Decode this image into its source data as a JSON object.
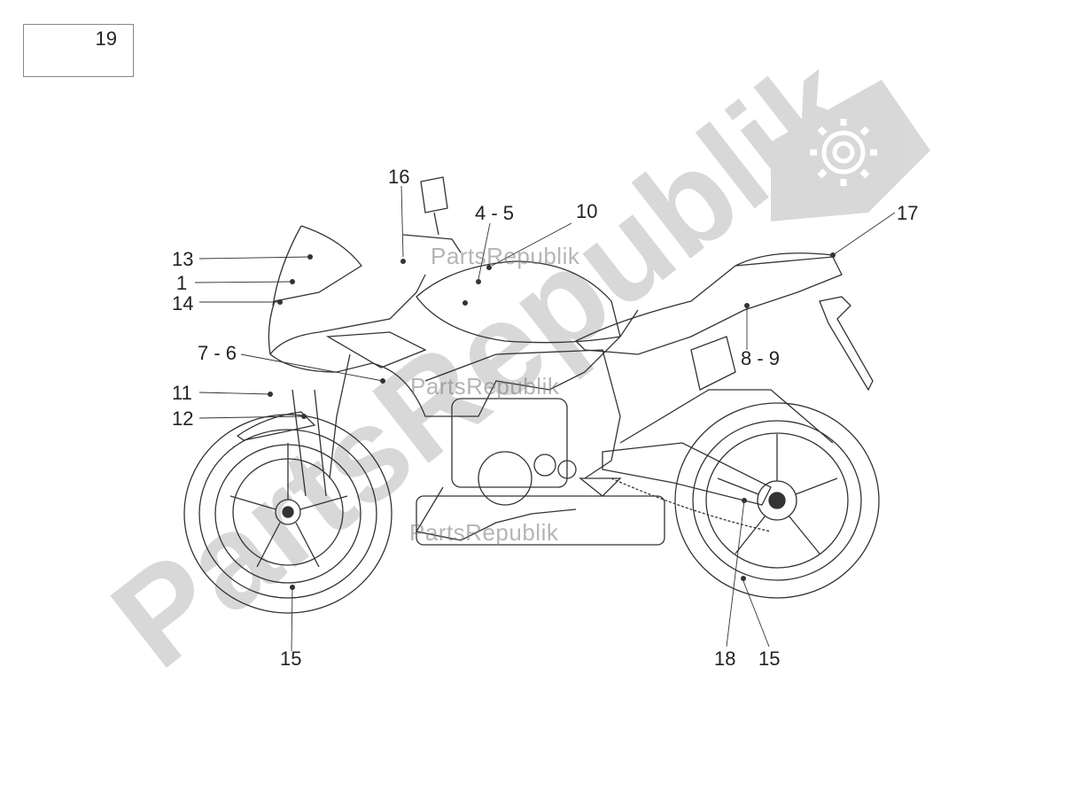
{
  "reference_box": {
    "number": "19"
  },
  "watermark": {
    "brand": "PartsRepublik",
    "icon": "gear-icon",
    "color": "#c8c8c8"
  },
  "callouts": [
    {
      "id": "16",
      "label": "16"
    },
    {
      "id": "4-5",
      "label": "4 - 5"
    },
    {
      "id": "10",
      "label": "10"
    },
    {
      "id": "17",
      "label": "17"
    },
    {
      "id": "13",
      "label": "13"
    },
    {
      "id": "1",
      "label": "1"
    },
    {
      "id": "14",
      "label": "14"
    },
    {
      "id": "7-6",
      "label": "7 - 6"
    },
    {
      "id": "8-9",
      "label": "8 - 9"
    },
    {
      "id": "11",
      "label": "11"
    },
    {
      "id": "12",
      "label": "12"
    },
    {
      "id": "15-front",
      "label": "15"
    },
    {
      "id": "18",
      "label": "18"
    },
    {
      "id": "15-rear",
      "label": "15"
    }
  ],
  "colors": {
    "line": "#333333",
    "watermark": "#c8c8c8",
    "frame": "#888888"
  }
}
